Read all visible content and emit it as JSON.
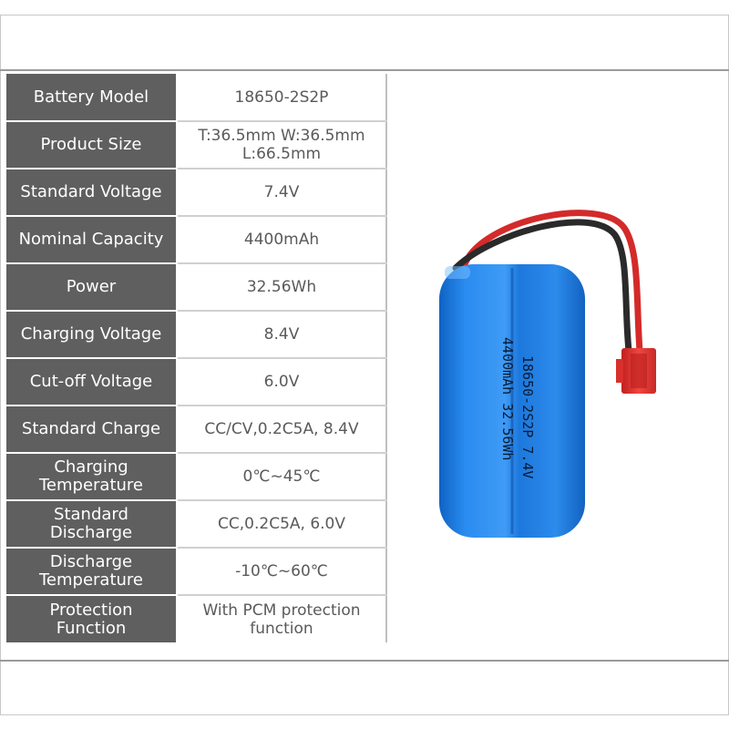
{
  "specs": [
    {
      "label": "Battery Model",
      "value": [
        "18650-2S2P"
      ]
    },
    {
      "label": "Product Size",
      "value": [
        "T:36.5mm  W:36.5mm",
        "L:66.5mm"
      ]
    },
    {
      "label": "Standard Voltage",
      "value": [
        "7.4V"
      ]
    },
    {
      "label": "Nominal Capacity",
      "value": [
        "4400mAh"
      ]
    },
    {
      "label": "Power",
      "value": [
        "32.56Wh"
      ]
    },
    {
      "label": "Charging Voltage",
      "value": [
        "8.4V"
      ]
    },
    {
      "label": "Cut-off Voltage",
      "value": [
        "6.0V"
      ]
    },
    {
      "label": "Standard Charge",
      "value": [
        "CC/CV,0.2C5A, 8.4V"
      ]
    },
    {
      "label": "Charging\nTemperature",
      "value": [
        "0℃~45℃"
      ]
    },
    {
      "label": "Standard\nDischarge",
      "value": [
        "CC,0.2C5A, 6.0V"
      ]
    },
    {
      "label": "Discharge\nTemperature",
      "value": [
        "-10℃~60℃"
      ]
    },
    {
      "label": "Protection\nFunction",
      "value": [
        "With PCM protection",
        "function"
      ]
    }
  ],
  "battery_label": {
    "line1": "18650-2S2P 7.4V",
    "line2": "4400mAh 32.56Wh"
  },
  "colors": {
    "label_bg": "#5f5f5f",
    "battery_wrap": "#1f7fe0",
    "connector": "#e83a36",
    "wire_red": "#d42a2a",
    "wire_black": "#2a2a2a"
  }
}
